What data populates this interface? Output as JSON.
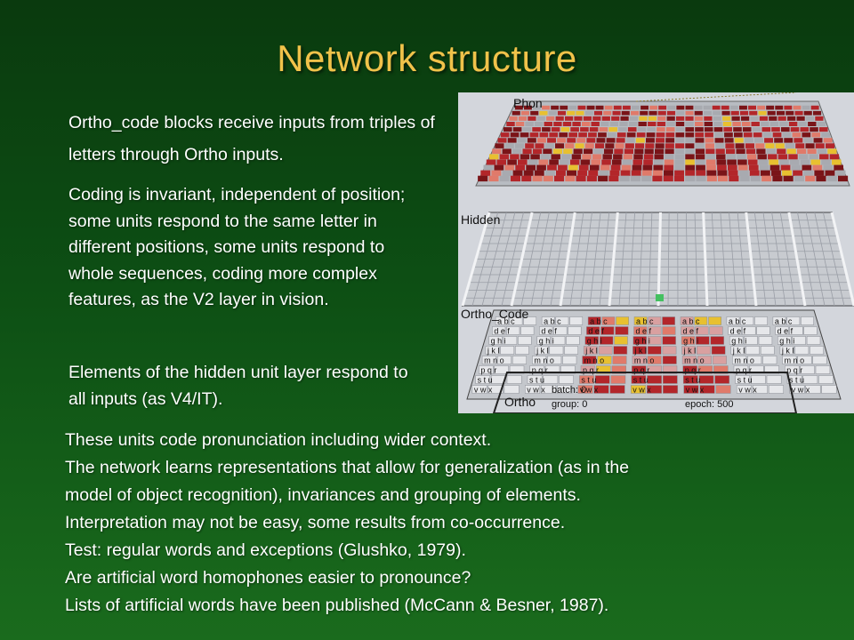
{
  "slide": {
    "title": "Network structure",
    "paragraph1": "Ortho_code blocks receive inputs from triples of letters through Ortho inputs.",
    "paragraph2": "Coding is invariant, independent of position; some units respond to the same letter in different positions, some units respond to whole sequences, coding more complex features, as the V2 layer in vision.",
    "paragraph3": "Elements of the hidden unit layer respond to all inputs (as V4/IT).",
    "bottom_lines": [
      "These units code pronunciation including wider context.",
      "The network learns representations that allow for generalization (as in the",
      "model of object recognition), invariances and grouping of elements.",
      "Interpretation may not be easy, some results from co-occurrence.",
      "Test: regular words and exceptions (Glushko, 1979).",
      "Are artificial word homophones easier to pronounce?",
      "Lists of artificial words have been published (McCann & Besner, 1987)."
    ]
  },
  "figure": {
    "layer_phon": "Phon",
    "layer_hidden": "Hidden",
    "layer_ortho_code": "Ortho_Code",
    "layer_ortho": "Ortho",
    "batch_label": "batch: 0",
    "group_label": "group: 0",
    "epoch_label": "epoch: 500",
    "letter_rows": [
      "v w x",
      "s t u",
      "p q r",
      "m n o",
      "j k l",
      "g h i",
      "d e f",
      "a b c"
    ],
    "colors": {
      "background": "#d3d6dc",
      "unit_red": "#b3262a",
      "unit_darkred": "#7a1418",
      "unit_salmon": "#e07a6a",
      "unit_yellow": "#e8c030",
      "unit_grey": "#a8aab0",
      "active_green": "#44c060"
    }
  }
}
